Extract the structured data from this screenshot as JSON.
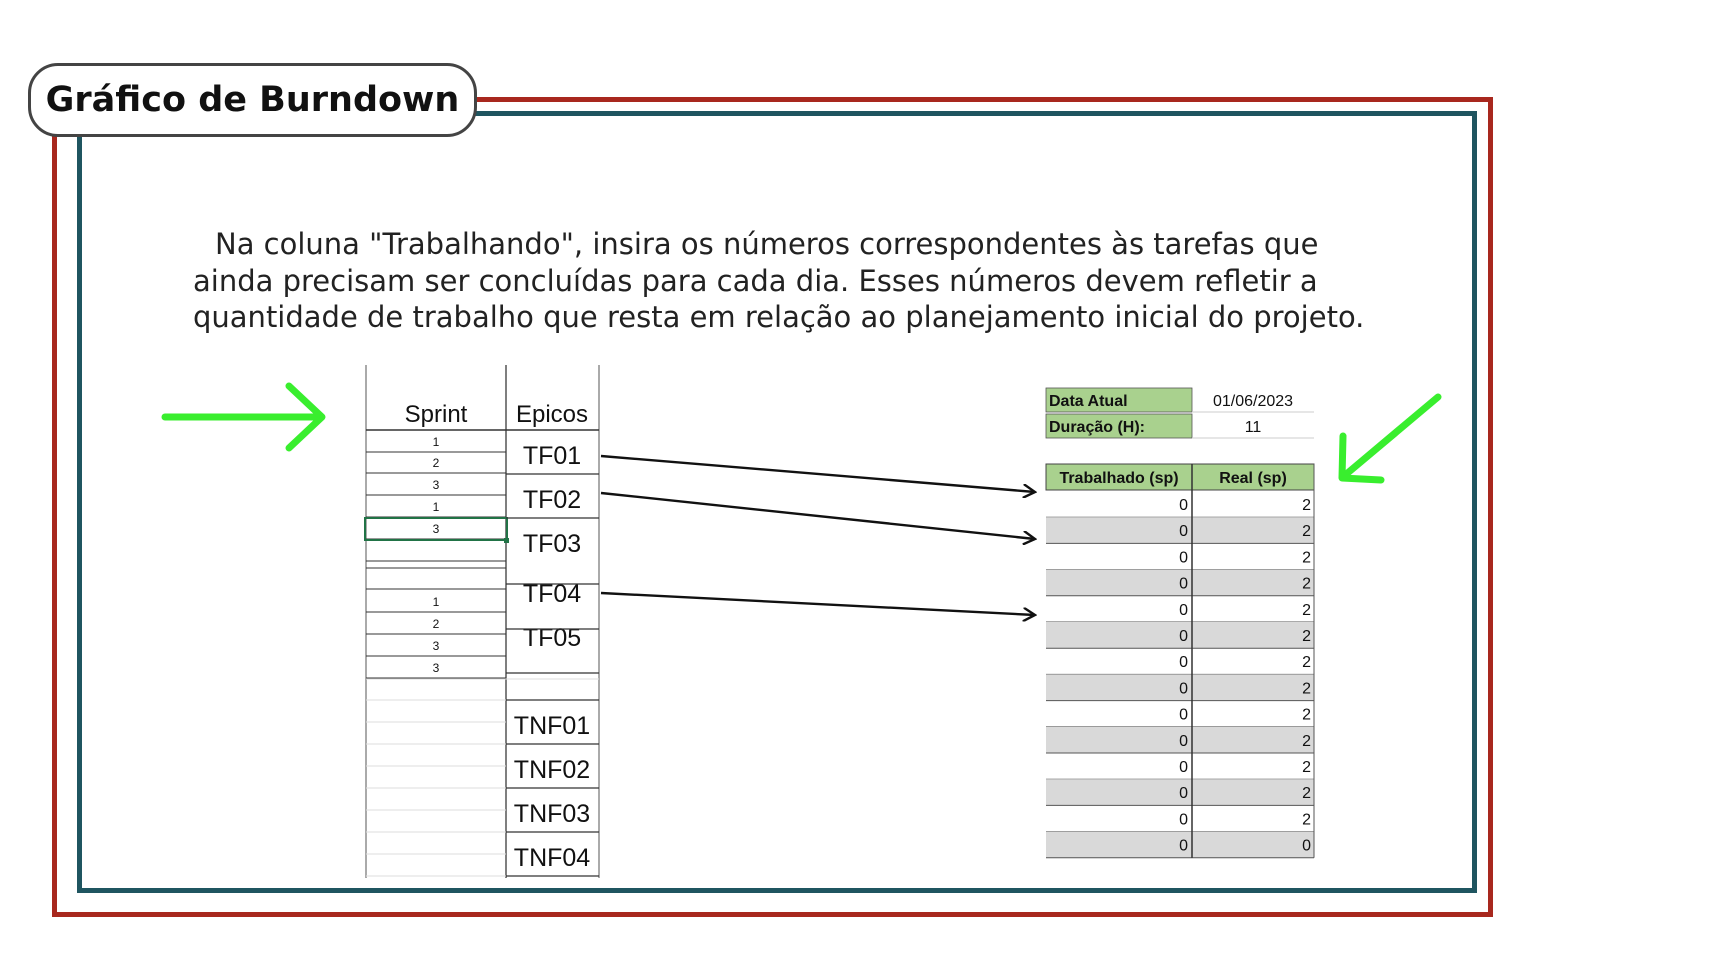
{
  "title": "Gráfico de Burndown",
  "instruction": "Na coluna \"Trabalhando\", insira os números correspondentes às tarefas que ainda precisam ser concluídas para cada dia. Esses números devem refletir a quantidade de trabalho que resta em relação ao planejamento inicial do projeto.",
  "left_sheet": {
    "headers": {
      "sprint": "Sprint",
      "epicos": "Epicos"
    },
    "sprint_values": [
      "1",
      "2",
      "3",
      "1",
      "3",
      "",
      "",
      "1",
      "2",
      "3",
      "3"
    ],
    "epicos": [
      "TF01",
      "TF02",
      "TF03",
      "TF04",
      "TF05"
    ],
    "tnf_epicos": [
      "TNF01",
      "TNF02",
      "TNF03",
      "TNF04"
    ]
  },
  "right_sheet": {
    "info": [
      {
        "label": "Data Atual",
        "value": "01/06/2023"
      },
      {
        "label": "Duração (H):",
        "value": "11"
      }
    ],
    "headers": {
      "trabalhado": "Trabalhado (sp)",
      "real": "Real (sp)"
    },
    "rows": [
      [
        "0",
        "2"
      ],
      [
        "0",
        "2"
      ],
      [
        "0",
        "2"
      ],
      [
        "0",
        "2"
      ],
      [
        "0",
        "2"
      ],
      [
        "0",
        "2"
      ],
      [
        "0",
        "2"
      ],
      [
        "0",
        "2"
      ],
      [
        "0",
        "2"
      ],
      [
        "0",
        "2"
      ],
      [
        "0",
        "2"
      ],
      [
        "0",
        "2"
      ],
      [
        "0",
        "2"
      ],
      [
        "0",
        "0"
      ]
    ]
  },
  "colors": {
    "outer_frame": "#a8281e",
    "inner_frame": "#1f5560",
    "header_green": "#a9d18e",
    "green_arrow": "#39ee2e",
    "row_gray": "#d9d9d9"
  },
  "icons": [
    "green-arrow-right-icon",
    "green-arrow-down-left-icon"
  ]
}
